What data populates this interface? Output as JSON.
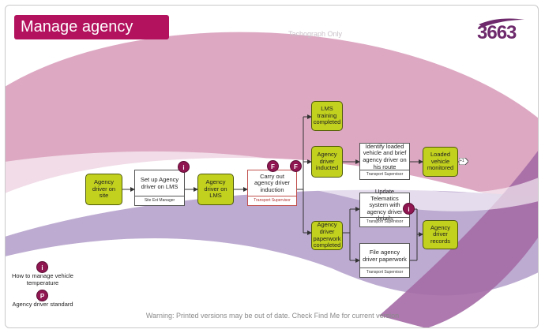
{
  "header": {
    "title": "Manage agency drivers",
    "faint_text": "Tachograph Only",
    "logo": "3663"
  },
  "colors": {
    "brand_magenta": "#b2125e",
    "event_green": "#c2d11e",
    "badge_purple": "#8f1651"
  },
  "nodes": {
    "start": "Agency driver on site",
    "setup": {
      "label": "Set up Agency driver on LMS",
      "role": "Site Ext Manager"
    },
    "on_lms": "Agency driver on LMS",
    "induction": {
      "label": "Carry out agency driver induction",
      "role": "Transport Supervisor"
    },
    "lms_training": "LMS training completed",
    "inducted": "Agency driver inducted",
    "identify": {
      "label": "Identify loaded vehicle and brief agency driver on his route",
      "role": "Transport Supervisor"
    },
    "monitored": "Loaded vehicle monitored",
    "paperwork_completed": "Agency driver paperwork completed",
    "telematics": {
      "label": "Update Telematics system with agency driver details",
      "role": "Transport Supervisor"
    },
    "file_paperwork": {
      "label": "File agency driver paperwork",
      "role": "Transport Supervisor"
    },
    "records": "Agency driver records"
  },
  "badges": {
    "info": "i",
    "form": "F",
    "policy": "P"
  },
  "continuation_tag": "+1",
  "legend": {
    "info_label": "How to manage vehicle temperature",
    "policy_label": "Agency driver standard"
  },
  "footer": {
    "warning": "Warning: Printed versions may be out of date. Check Find Me for current version"
  }
}
